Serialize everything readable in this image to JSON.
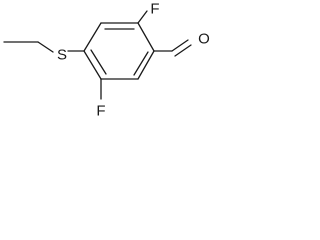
{
  "molecule": {
    "atoms": {
      "fluorine_top": "F",
      "fluorine_bottom": "F",
      "sulfur": "S",
      "oxygen": "O"
    }
  }
}
